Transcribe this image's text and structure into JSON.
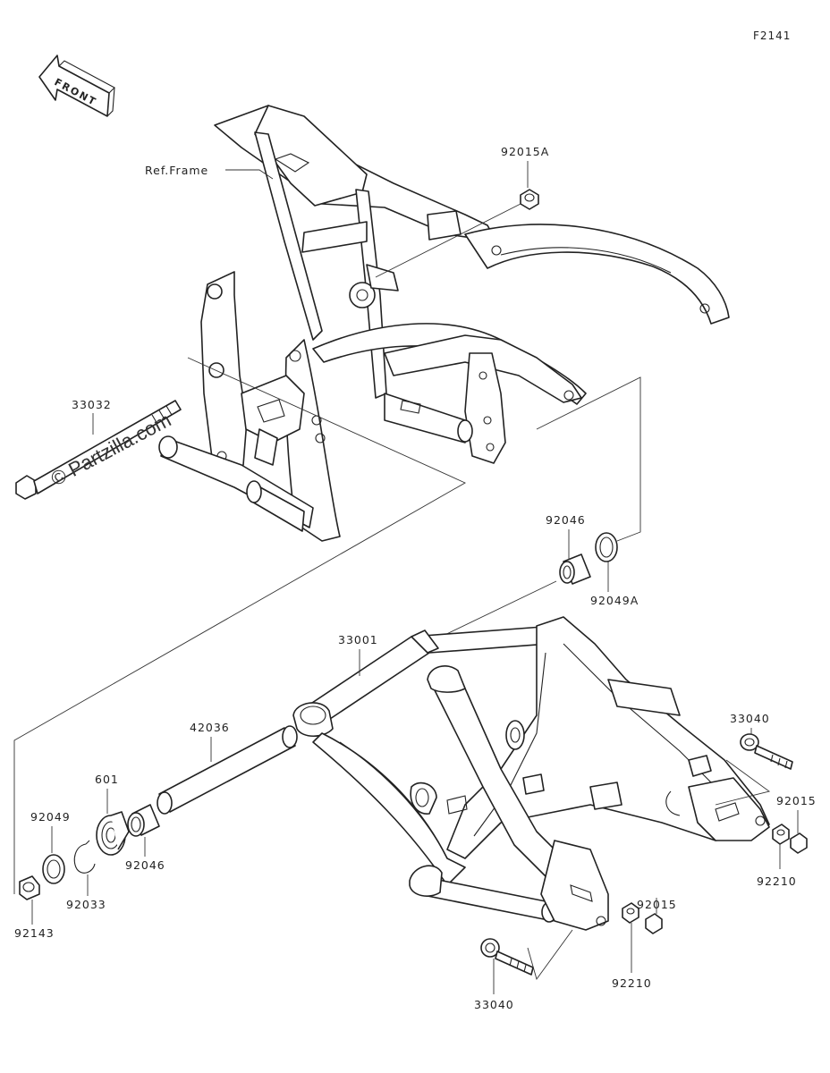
{
  "diagram_code": "F2141",
  "front_arrow_label": "FRONT",
  "ref_frame_label": "Ref.Frame",
  "watermark": "© Partzilla.com",
  "parts": {
    "p92015A": "92015A",
    "p33032": "33032",
    "p92046_top": "92046",
    "p92049A": "92049A",
    "p33001": "33001",
    "p42036": "42036",
    "p601": "601",
    "p92049": "92049",
    "p92046_low": "92046",
    "p92033": "92033",
    "p92143": "92143",
    "p33040_right": "33040",
    "p92015_right": "92015",
    "p92210_right": "92210",
    "p92015_low": "92015",
    "p92210_low": "92210",
    "p33040_low": "33040"
  }
}
